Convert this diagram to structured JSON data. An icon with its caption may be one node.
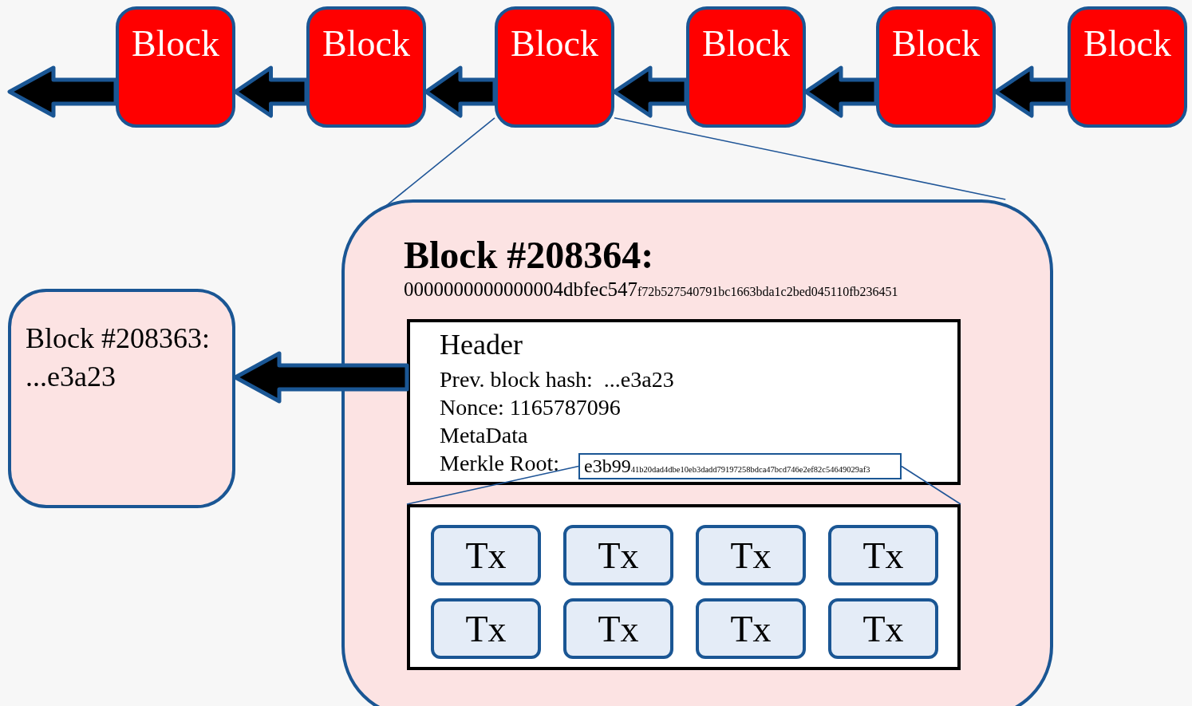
{
  "diagram": {
    "nodes": [
      {
        "text": [
          "Block"
        ]
      },
      {
        "text": [
          "Block"
        ]
      },
      {
        "text": [
          "Block"
        ]
      },
      {
        "text": [
          "Block"
        ]
      },
      {
        "text": [
          "Block"
        ]
      },
      {
        "text": [
          "Block"
        ]
      },
      {
        "text": [
          "Block #208364:",
          "0000000000000004dbfec547",
          "f72b527540791bc1663bda1c2bed045110fb236451"
        ]
      },
      {
        "text": [
          "Header",
          "Prev. block hash:  ...e3a23",
          "Nonce: 1165787096",
          "MetaData",
          "Merkle Root:"
        ],
        "in": 6
      },
      {
        "text": [
          "e3b99",
          "41b20dad4dbe10eb3dadd79197258bdca47bcd746e2ef82c54649029af3"
        ],
        "in": 7
      },
      {
        "text": [],
        "shape": "box",
        "in": 6
      },
      {
        "text": [
          "Tx"
        ],
        "in": 9
      },
      {
        "text": [
          "Tx"
        ],
        "in": 9
      },
      {
        "text": [
          "Tx"
        ],
        "in": 9
      },
      {
        "text": [
          "Tx"
        ],
        "in": 9
      },
      {
        "text": [
          "Tx"
        ],
        "in": 9
      },
      {
        "text": [
          "Tx"
        ],
        "in": 9
      },
      {
        "text": [
          "Tx"
        ],
        "in": 9
      },
      {
        "text": [
          "Tx"
        ],
        "in": 9
      },
      {
        "text": [
          "Block #208363:",
          "...e3a23"
        ]
      }
    ],
    "edges": [
      {
        "from": 0,
        "to": null,
        "arrow": "to",
        "style": "thick"
      },
      {
        "from": 1,
        "to": 0,
        "arrow": "to",
        "style": "thick"
      },
      {
        "from": 2,
        "to": 1,
        "arrow": "to",
        "style": "thick"
      },
      {
        "from": 3,
        "to": 2,
        "arrow": "to",
        "style": "thick"
      },
      {
        "from": 4,
        "to": 3,
        "arrow": "to",
        "style": "thick"
      },
      {
        "from": 5,
        "to": 4,
        "arrow": "to",
        "style": "thick"
      },
      {
        "from": 7,
        "to": 18,
        "arrow": "to",
        "style": "thick"
      },
      {
        "from": 2,
        "to": 6,
        "arrow": "none",
        "color": "#1f5597"
      },
      {
        "from": 2,
        "to": 6,
        "arrow": "none",
        "color": "#1f5597"
      },
      {
        "from": 8,
        "to": 9,
        "arrow": "none",
        "color": "#1f5597"
      },
      {
        "from": 8,
        "to": 9,
        "arrow": "none",
        "color": "#1f5597"
      }
    ]
  }
}
